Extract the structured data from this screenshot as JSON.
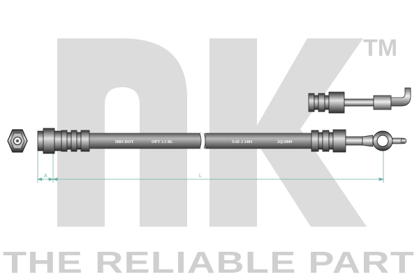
{
  "brand": {
    "logo_letters": "nk",
    "trademark": "TM",
    "tagline": "THE RELIABLE PART",
    "watermark_color": "#d9d9d9"
  },
  "hose": {
    "markings": [
      "HBS DOT",
      "OPT 1.5 BL",
      "SAE J 1401",
      "2Q/2009"
    ],
    "tube_color": "#8a8a8a",
    "fitting_color": "#6e6e6e"
  },
  "dimensions": {
    "small_label": "A",
    "length_label": "L",
    "line_color": "#6fb1a8"
  },
  "icons": {
    "hex_nut": "hex-nut-icon",
    "banjo_eye": "banjo-eye-icon",
    "bent_pipe": "bent-pipe-icon"
  }
}
